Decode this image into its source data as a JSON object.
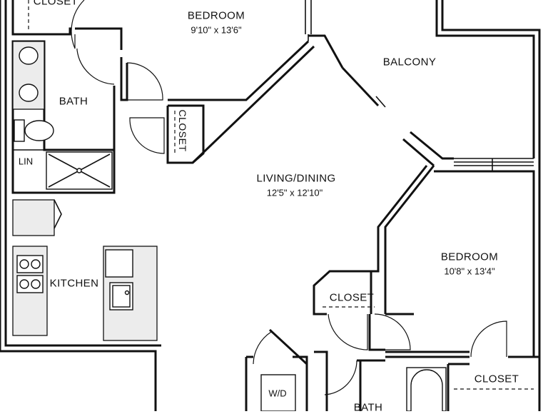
{
  "rooms": {
    "closet_top_left": "CLOSET",
    "bedroom_1": {
      "name": "BEDROOM",
      "dims": "9'10\" x 13'6\""
    },
    "balcony": "BALCONY",
    "bath_1": "BATH",
    "closet_vertical": "CLOSET",
    "lin": "LIN",
    "living": {
      "name": "LIVING/DINING",
      "dims": "12'5\" x 12'10\""
    },
    "kitchen": "KITCHEN",
    "bedroom_2": {
      "name": "BEDROOM",
      "dims": "10'8\" x 13'4\""
    },
    "closet_mid": "CLOSET",
    "closet_bottom_right": "CLOSET",
    "wd": "W/D",
    "bath_2": "BATH"
  }
}
